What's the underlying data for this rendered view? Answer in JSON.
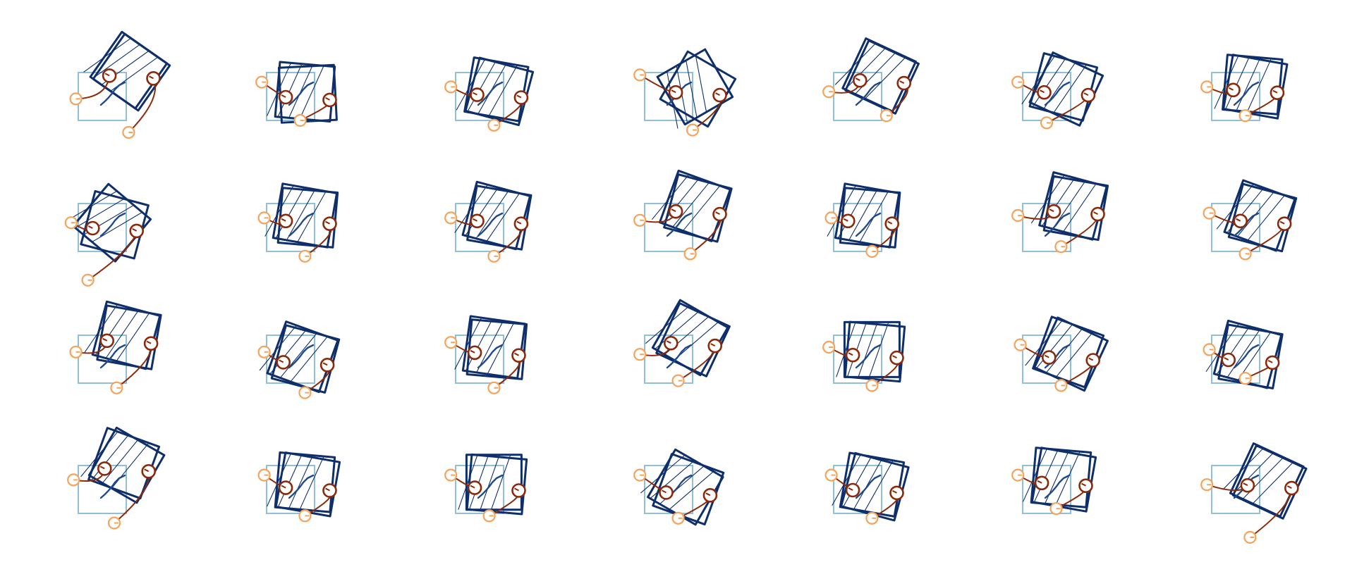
{
  "figure": {
    "rows": 4,
    "columns": 7,
    "colors": {
      "start_square": "#8fbfd9",
      "goal_square": "#0f2f6b",
      "hatch": "#0f2f6b",
      "start_marker": "#f5a35a",
      "goal_marker": "#8a2a0a",
      "trajectory": "#8a2a0a",
      "inner_path": "#1f4a8a"
    },
    "panels": [
      {
        "angles": [
          35,
          35
        ],
        "offset": [
          0.55,
          -0.55
        ],
        "traj": [
          [
            -0.55,
            0.05
          ],
          [
            0.55,
            0.75
          ]
        ]
      },
      {
        "angles": [
          5,
          -3
        ],
        "offset": [
          0.3,
          -0.1
        ],
        "traj": [
          [
            -0.6,
            -0.3
          ],
          [
            0.2,
            0.5
          ]
        ]
      },
      {
        "angles": [
          10,
          15
        ],
        "offset": [
          0.35,
          -0.15
        ],
        "traj": [
          [
            -0.6,
            -0.2
          ],
          [
            0.3,
            0.6
          ]
        ]
      },
      {
        "angles": [
          -30,
          30
        ],
        "offset": [
          0.55,
          -0.2
        ],
        "traj": [
          [
            -0.6,
            -0.45
          ],
          [
            0.5,
            0.7
          ]
        ]
      },
      {
        "angles": [
          25,
          25
        ],
        "offset": [
          0.45,
          -0.45
        ],
        "traj": [
          [
            -0.6,
            -0.1
          ],
          [
            0.6,
            0.4
          ]
        ]
      },
      {
        "angles": [
          15,
          25
        ],
        "offset": [
          0.35,
          -0.2
        ],
        "traj": [
          [
            -0.6,
            -0.3
          ],
          [
            0.0,
            0.55
          ]
        ]
      },
      {
        "angles": [
          5,
          10
        ],
        "offset": [
          0.35,
          -0.25
        ],
        "traj": [
          [
            -0.6,
            -0.2
          ],
          [
            0.2,
            0.4
          ]
        ]
      },
      {
        "angles": [
          40,
          15
        ],
        "offset": [
          0.2,
          -0.1
        ],
        "traj": [
          [
            -0.65,
            -0.1
          ],
          [
            -0.3,
            1.1
          ]
        ]
      },
      {
        "angles": [
          10,
          5
        ],
        "offset": [
          0.3,
          -0.25
        ],
        "traj": [
          [
            -0.55,
            -0.2
          ],
          [
            0.3,
            0.6
          ]
        ]
      },
      {
        "angles": [
          15,
          10
        ],
        "offset": [
          0.35,
          -0.25
        ],
        "traj": [
          [
            -0.6,
            -0.2
          ],
          [
            0.3,
            0.6
          ]
        ]
      },
      {
        "angles": [
          20,
          15
        ],
        "offset": [
          0.55,
          -0.45
        ],
        "traj": [
          [
            -0.6,
            -0.15
          ],
          [
            0.45,
            0.55
          ]
        ]
      },
      {
        "angles": [
          10,
          5
        ],
        "offset": [
          0.2,
          -0.25
        ],
        "traj": [
          [
            -0.55,
            -0.2
          ],
          [
            0.3,
            0.5
          ]
        ]
      },
      {
        "angles": [
          15,
          10
        ],
        "offset": [
          0.55,
          -0.45
        ],
        "traj": [
          [
            -0.6,
            -0.25
          ],
          [
            0.3,
            0.4
          ]
        ]
      },
      {
        "angles": [
          20,
          15
        ],
        "offset": [
          0.5,
          -0.25
        ],
        "traj": [
          [
            -0.55,
            -0.3
          ],
          [
            0.2,
            0.55
          ]
        ]
      },
      {
        "angles": [
          15,
          10
        ],
        "offset": [
          0.5,
          -0.5
        ],
        "traj": [
          [
            -0.55,
            -0.15
          ],
          [
            0.3,
            0.6
          ]
        ]
      },
      {
        "angles": [
          20,
          15
        ],
        "offset": [
          0.25,
          -0.05
        ],
        "traj": [
          [
            -0.55,
            -0.15
          ],
          [
            0.3,
            0.7
          ]
        ]
      },
      {
        "angles": [
          8,
          5
        ],
        "offset": [
          0.3,
          -0.25
        ],
        "traj": [
          [
            -0.6,
            -0.35
          ],
          [
            0.3,
            0.6
          ]
        ]
      },
      {
        "angles": [
          30,
          25
        ],
        "offset": [
          0.45,
          -0.45
        ],
        "traj": [
          [
            -0.6,
            -0.1
          ],
          [
            0.2,
            0.45
          ]
        ]
      },
      {
        "angles": [
          0,
          5
        ],
        "offset": [
          0.3,
          -0.2
        ],
        "traj": [
          [
            -0.6,
            -0.25
          ],
          [
            0.3,
            0.55
          ]
        ]
      },
      {
        "angles": [
          20,
          25
        ],
        "offset": [
          0.45,
          -0.15
        ],
        "traj": [
          [
            -0.55,
            -0.3
          ],
          [
            0.3,
            0.55
          ]
        ]
      },
      {
        "angles": [
          15,
          10
        ],
        "offset": [
          0.25,
          -0.1
        ],
        "traj": [
          [
            -0.55,
            -0.2
          ],
          [
            0.2,
            0.4
          ]
        ]
      },
      {
        "angles": [
          20,
          30
        ],
        "offset": [
          0.45,
          -0.55
        ],
        "traj": [
          [
            -0.6,
            -0.2
          ],
          [
            0.25,
            0.7
          ]
        ]
      },
      {
        "angles": [
          5,
          10
        ],
        "offset": [
          0.3,
          -0.15
        ],
        "traj": [
          [
            -0.55,
            -0.3
          ],
          [
            0.3,
            0.55
          ]
        ]
      },
      {
        "angles": [
          0,
          5
        ],
        "offset": [
          0.3,
          -0.15
        ],
        "traj": [
          [
            -0.6,
            -0.3
          ],
          [
            0.2,
            0.55
          ]
        ]
      },
      {
        "angles": [
          30,
          20
        ],
        "offset": [
          0.35,
          -0.05
        ],
        "traj": [
          [
            -0.6,
            -0.3
          ],
          [
            0.2,
            0.6
          ]
        ]
      },
      {
        "angles": [
          10,
          15
        ],
        "offset": [
          0.3,
          -0.1
        ],
        "traj": [
          [
            -0.55,
            -0.3
          ],
          [
            0.3,
            0.6
          ]
        ]
      },
      {
        "angles": [
          5,
          10
        ],
        "offset": [
          0.3,
          -0.25
        ],
        "traj": [
          [
            -0.6,
            -0.3
          ],
          [
            0.2,
            0.4
          ]
        ]
      },
      {
        "angles": [
          25,
          25
        ],
        "offset": [
          0.65,
          -0.2
        ],
        "traj": [
          [
            -0.6,
            -0.1
          ],
          [
            0.3,
            1.0
          ]
        ]
      }
    ]
  }
}
